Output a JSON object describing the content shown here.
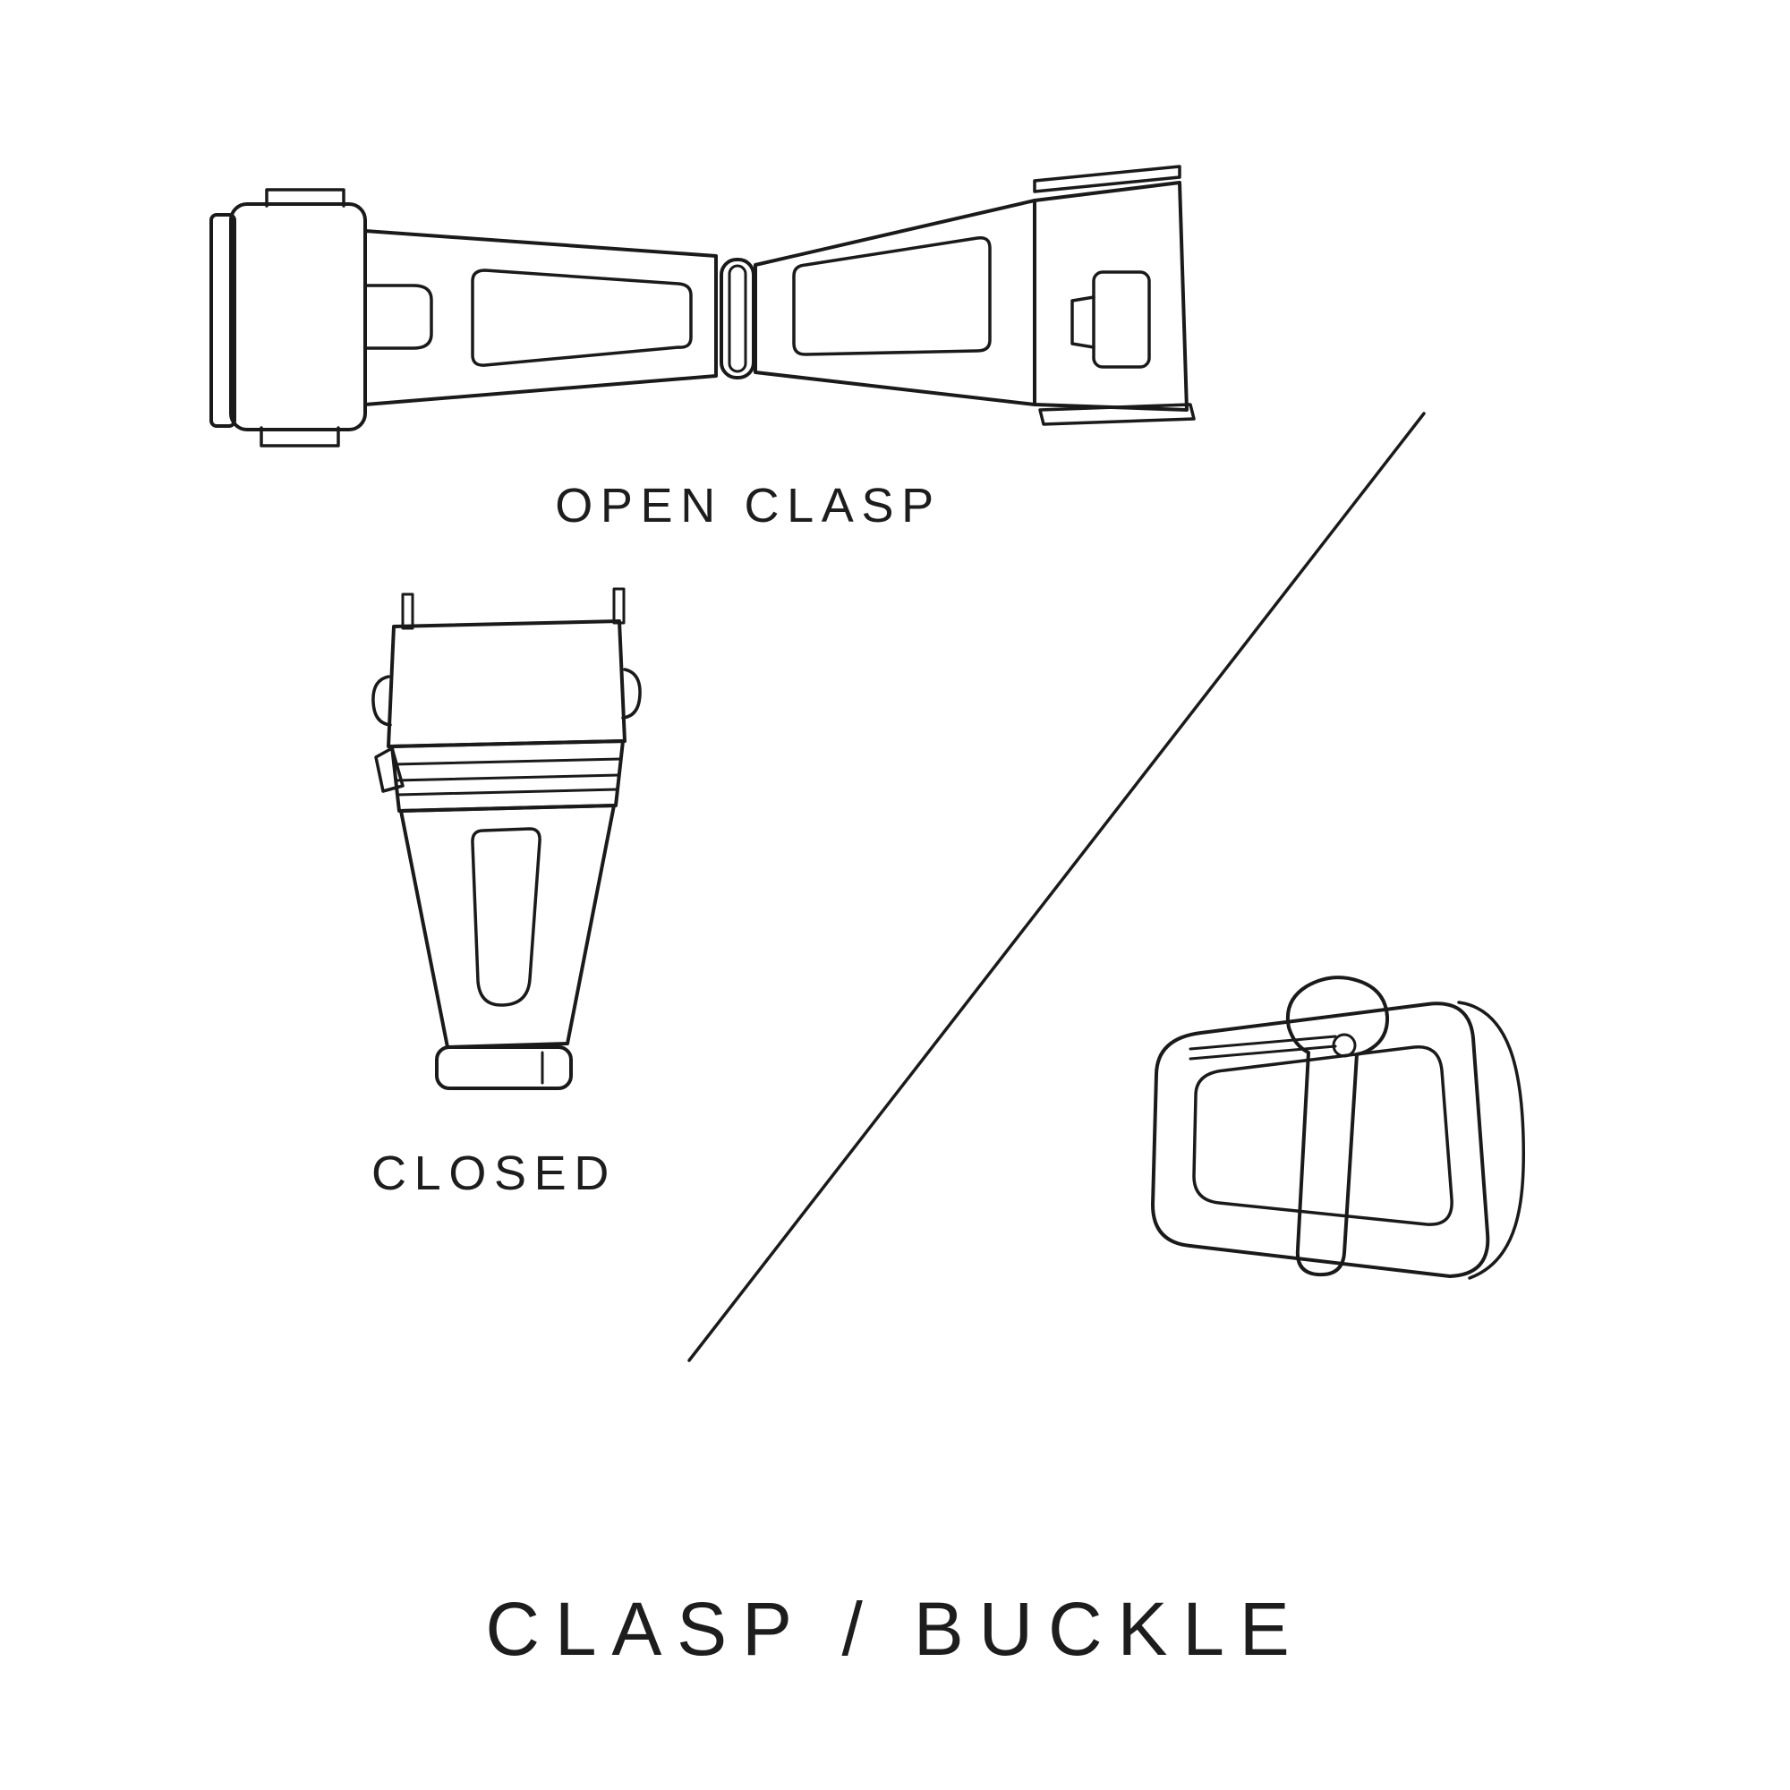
{
  "canvas": {
    "background": "#ffffff",
    "ink": "#1a1a1a"
  },
  "diagram": {
    "open_clasp": {
      "label": "OPEN CLASP",
      "icon": "open-clasp-illustration"
    },
    "closed_clasp": {
      "label": "CLOSED",
      "icon": "closed-clasp-illustration"
    },
    "buckle": {
      "icon": "pin-buckle-illustration"
    },
    "divider": {
      "icon": "diagonal-divider-line"
    }
  },
  "title": {
    "text": "CLASP / BUCKLE"
  }
}
